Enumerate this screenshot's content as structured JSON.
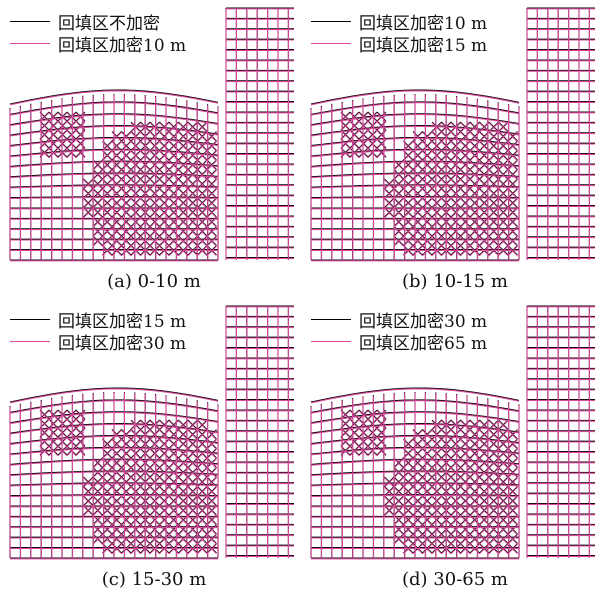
{
  "colors": {
    "unreinforced": "#000000",
    "reinforced": "#d94a9c",
    "overlap": "#7a2452"
  },
  "panels": [
    {
      "id": "a",
      "caption": "(a) 0-10 m",
      "legend": [
        {
          "label": "回填区不加密",
          "color": "black"
        },
        {
          "label": "回填区加密10 m",
          "color": "pink"
        }
      ]
    },
    {
      "id": "b",
      "caption": "(b) 10-15 m",
      "legend": [
        {
          "label": "回填区加密10 m",
          "color": "black"
        },
        {
          "label": "回填区加密15 m",
          "color": "pink"
        }
      ]
    },
    {
      "id": "c",
      "caption": "(c) 15-30 m",
      "legend": [
        {
          "label": "回填区加密15 m",
          "color": "black"
        },
        {
          "label": "回填区加密30 m",
          "color": "pink"
        }
      ]
    },
    {
      "id": "d",
      "caption": "(d) 30-65 m",
      "legend": [
        {
          "label": "回填区加密30 m",
          "color": "black"
        },
        {
          "label": "回填区加密65 m",
          "color": "pink"
        }
      ]
    }
  ]
}
